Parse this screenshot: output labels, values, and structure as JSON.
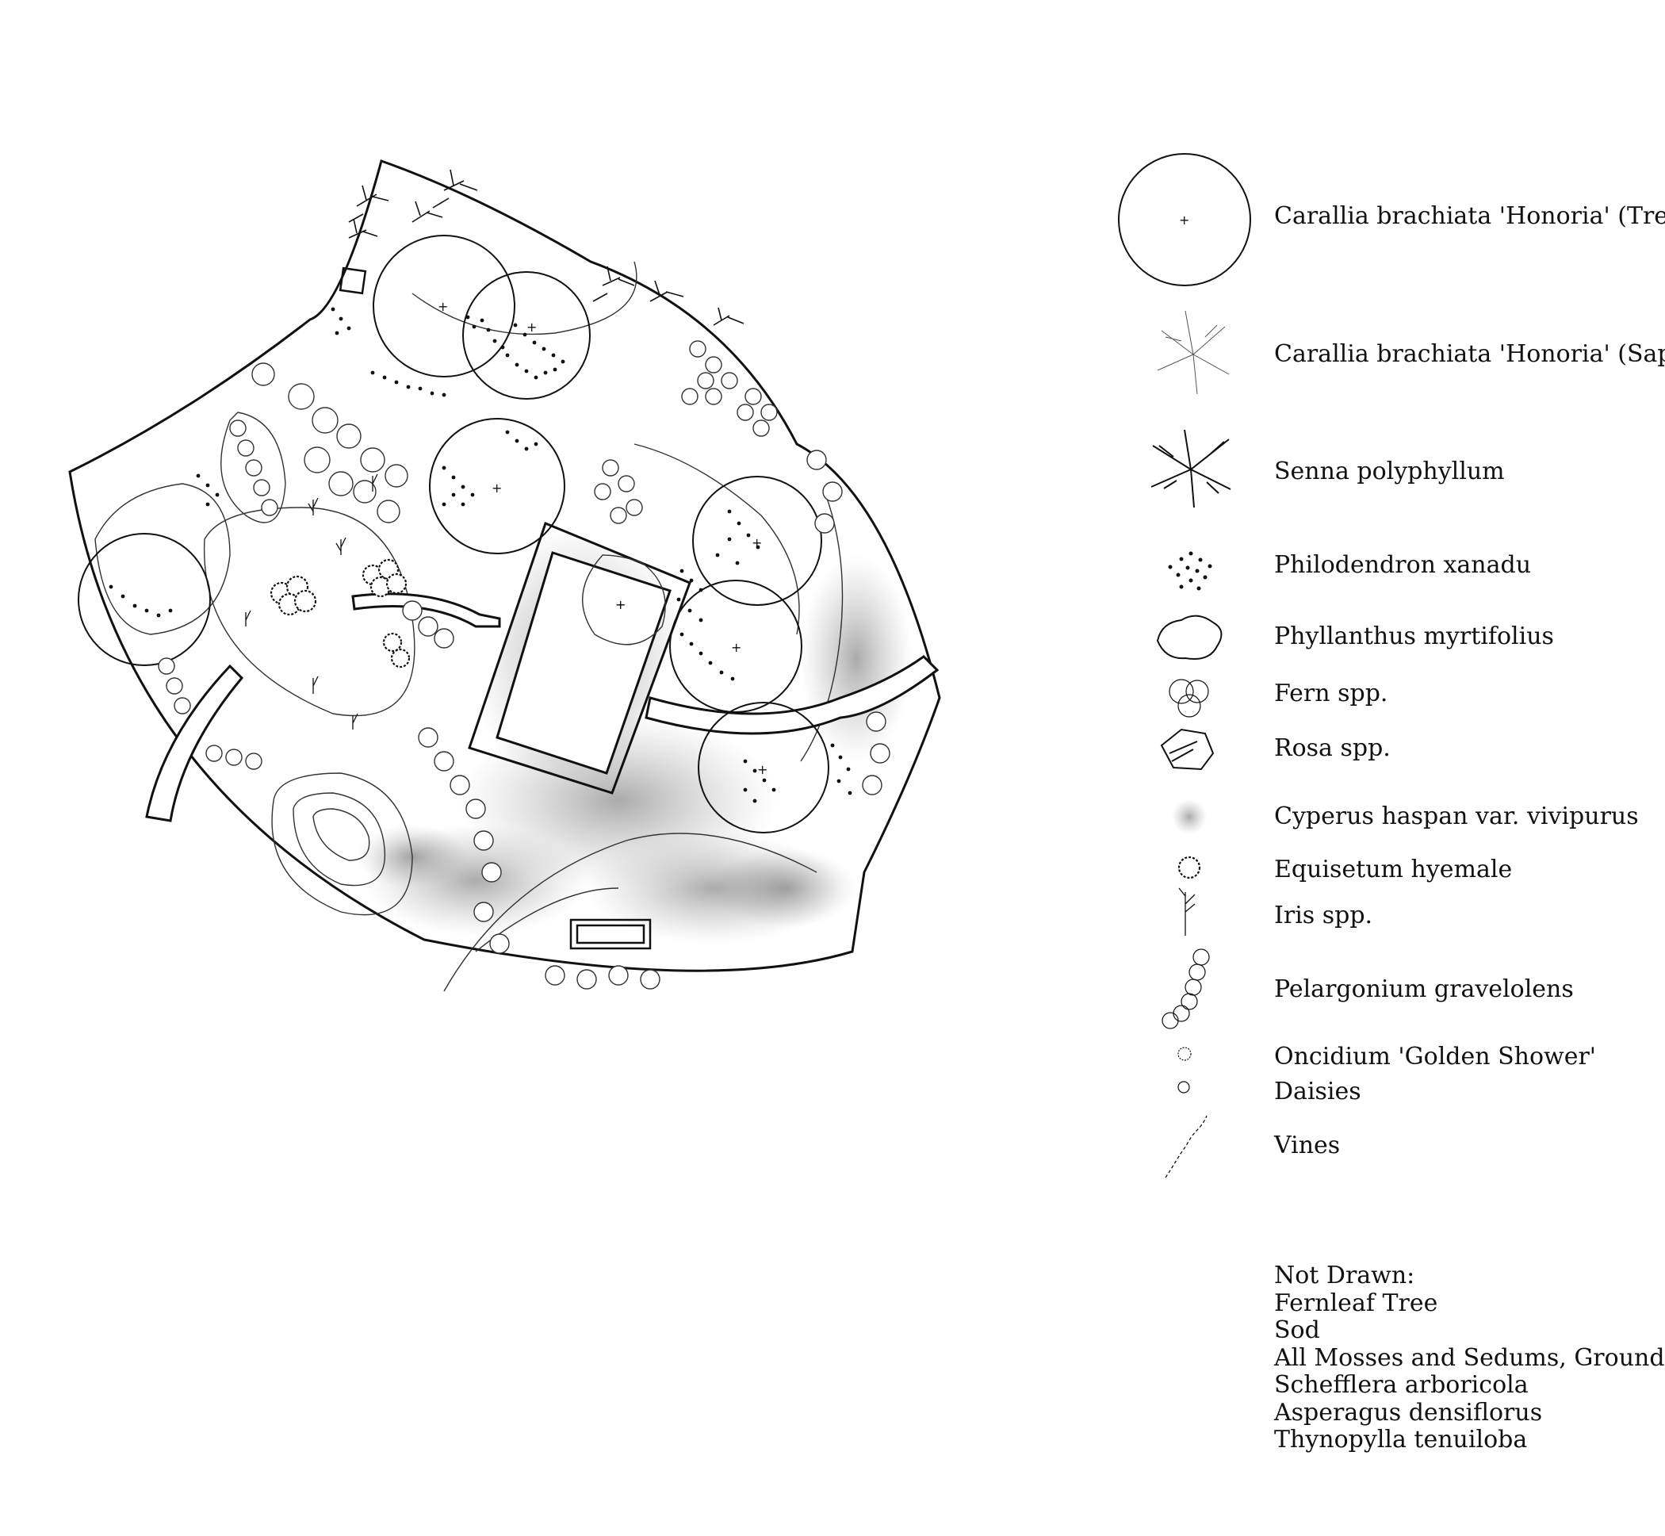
{
  "legend": {
    "items": [
      {
        "label": "Carallia brachiata 'Honoria' (Trees)",
        "icon": "tree-circle-icon"
      },
      {
        "label": "Carallia brachiata 'Honoria' (Saplings)",
        "icon": "sapling-branch-icon"
      },
      {
        "label": "Senna polyphyllum",
        "icon": "senna-branch-icon"
      },
      {
        "label": "Philodendron xanadu",
        "icon": "dot-cluster-icon"
      },
      {
        "label": "Phyllanthus myrtifolius",
        "icon": "blob-shrub-icon"
      },
      {
        "label": "Fern spp.",
        "icon": "fern-circles-icon"
      },
      {
        "label": "Rosa spp.",
        "icon": "rose-polygon-icon"
      },
      {
        "label": "Cyperus haspan var. vivipurus",
        "icon": "stipple-grass-icon"
      },
      {
        "label": "Equisetum hyemale",
        "icon": "spiky-circle-icon"
      },
      {
        "label": "Iris spp.",
        "icon": "iris-leaf-icon"
      },
      {
        "label": "Pelargonium gravelolens",
        "icon": "circle-chain-icon"
      },
      {
        "label": "Oncidium 'Golden Shower'",
        "icon": "small-flower-icon"
      },
      {
        "label": "Daisies",
        "icon": "small-circle-icon"
      },
      {
        "label": "Vines",
        "icon": "vine-icon"
      }
    ]
  },
  "not_drawn": {
    "heading": "Not Drawn:",
    "items": [
      "Fernleaf Tree",
      "Sod",
      "All Mosses and Sedums, Groundcovers",
      "Schefflera arboricola",
      "Asperagus densiflorus",
      "Thynopylla tenuiloba"
    ]
  }
}
